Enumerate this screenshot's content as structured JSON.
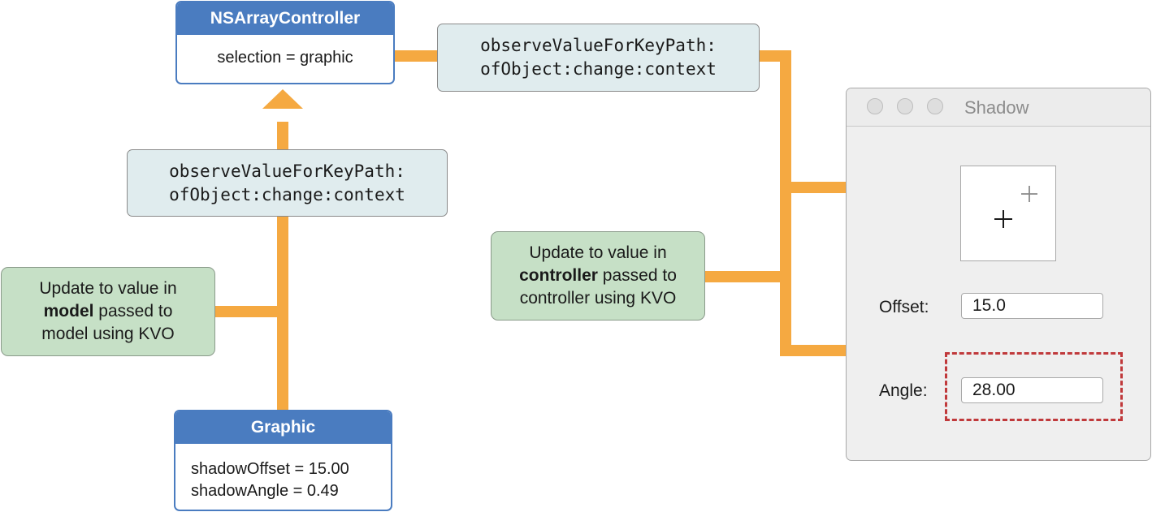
{
  "colors": {
    "object_header": "#4a7cc0",
    "message_box_fill": "#e0ecee",
    "note_fill": "#c6e0c6",
    "arrow": "#f5a941",
    "highlight": "#c0393b"
  },
  "array_controller": {
    "title": "NSArrayController",
    "property": "selection = graphic"
  },
  "graphic": {
    "title": "Graphic",
    "properties": [
      "shadowOffset = 15.00",
      "shadowAngle = 0.49"
    ]
  },
  "message_left": {
    "lines": [
      "observeValueForKeyPath:",
      "ofObject:change:context"
    ]
  },
  "message_top": {
    "lines": [
      "observeValueForKeyPath:",
      "ofObject:change:context"
    ]
  },
  "note_model": {
    "line1": "Update to value in",
    "line2_bold": "model",
    "line2_rest": " passed to",
    "line3": "model using KVO"
  },
  "note_controller": {
    "line1": "Update to value in",
    "line2_bold": "controller",
    "line2_rest": " passed to",
    "line3": "controller using KVO"
  },
  "window": {
    "title": "Shadow",
    "offset_label": "Offset:",
    "offset_value": "15.0",
    "angle_label": "Angle:",
    "angle_value": "28.00"
  }
}
